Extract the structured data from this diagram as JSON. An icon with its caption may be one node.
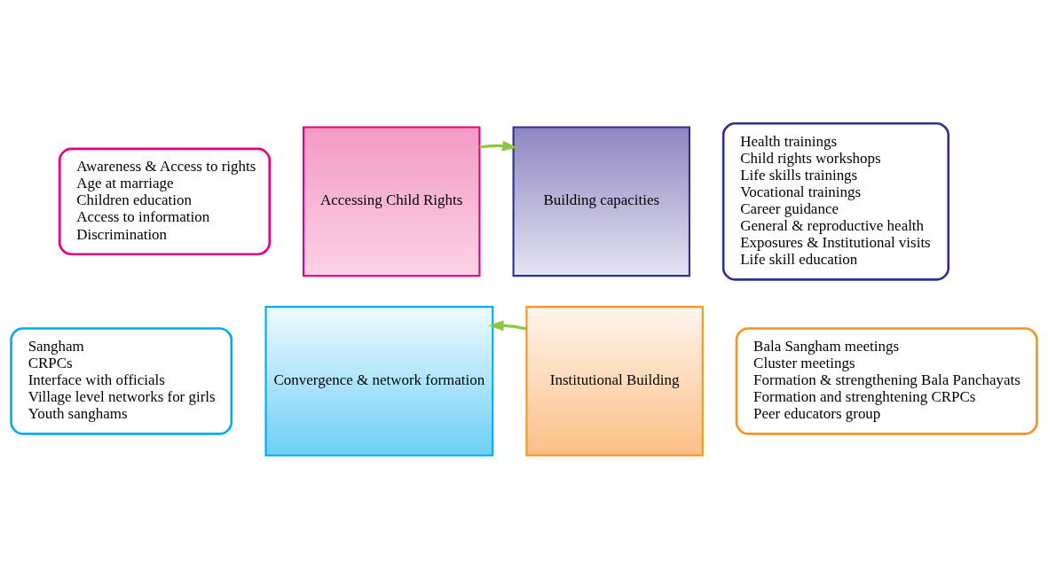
{
  "diagram": {
    "nodes": [
      {
        "text": [
          "Awareness & Access to rights",
          "Age at marriage",
          "Children education",
          "Access to information",
          "Discrimination"
        ]
      },
      {
        "text": [
          "Health trainings",
          "Child rights workshops",
          "Life skills trainings",
          "Vocational trainings",
          "Career guidance",
          "General & reproductive health",
          "Exposures & Institutional visits",
          "Life skill education"
        ]
      },
      {
        "text": [
          "Accessing Child Rights"
        ]
      },
      {
        "text": [
          "Building capacities"
        ]
      },
      {
        "text": [
          "Convergence & network formation"
        ]
      },
      {
        "text": [
          "Institutional Building"
        ]
      },
      {
        "text": [
          "Sangham",
          "CRPCs",
          "Interface with officials",
          "Village level networks for girls",
          "Youth sanghams"
        ]
      },
      {
        "text": [
          "Bala Sangham meetings",
          "Cluster meetings",
          "Formation & strengthening Bala Panchayats",
          "Formation and strenghtening CRPCs",
          "Peer educators group"
        ]
      }
    ],
    "edges": [
      {
        "from": 2,
        "to": 3,
        "arrow": "to",
        "color": "#8dc63f"
      },
      {
        "from": 5,
        "to": 4,
        "arrow": "to",
        "color": "#8dc63f"
      }
    ]
  }
}
